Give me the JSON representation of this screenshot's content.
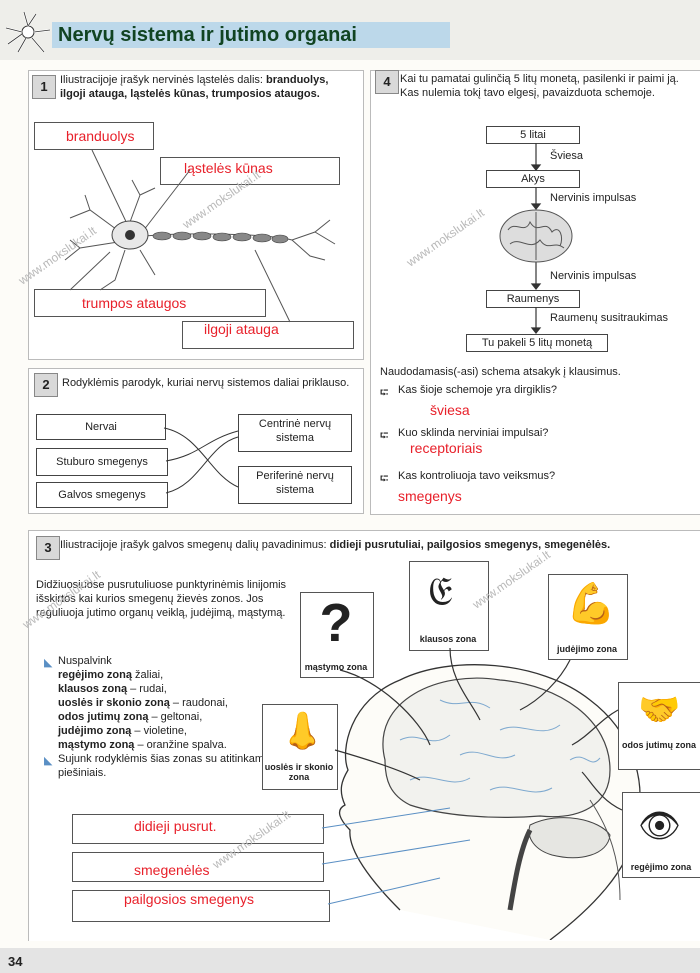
{
  "header": {
    "title": "Nervų sistema ir jutimo organai",
    "page_number": "34"
  },
  "task1": {
    "number": "1",
    "text": "Iliustracijoje įrašyk nervinės ląstelės dalis: ",
    "terms": "branduolys, ilgoji atauga, ląstelės kūnas, trumposios ataugos.",
    "answers": {
      "nucleus": "branduolys",
      "cell_body": "ląstelės kūnas",
      "short": "trumpos ataugos",
      "long": "ilgoji atauga"
    }
  },
  "task2": {
    "number": "2",
    "text": "Rodyklėmis parodyk, kuriai nervų sistemos daliai priklauso.",
    "left": [
      "Nervai",
      "Stuburo smegenys",
      "Galvos smegenys"
    ],
    "right": [
      "Centrinė nervų sistema",
      "Periferinė nervų sistema"
    ]
  },
  "task4": {
    "number": "4",
    "text": "Kai tu pamatai gulinčią 5 litų monetą, pasilenki ir paimi ją. Kas nulemia tokį tavo elgesį, pavaizduota schemoje.",
    "schema": {
      "box1": "5 litai",
      "arrow1": "Šviesa",
      "box2": "Akys",
      "arrow2": "Nervinis impulsas",
      "arrow3": "Nervinis impulsas",
      "box3": "Raumenys",
      "arrow4": "Raumenų susitraukimas",
      "box4": "Tu pakeli 5 litų monetą"
    },
    "intro": "Naudodamasis(-asi) schema atsakyk į klausimus.",
    "questions": [
      {
        "q": "Kas šioje schemoje yra dirgiklis?",
        "a": "šviesa"
      },
      {
        "q": "Kuo sklinda nerviniai impulsai?",
        "a": "receptoriais"
      },
      {
        "q": "Kas kontroliuoja tavo veiksmus?",
        "a": "smegenys"
      }
    ]
  },
  "task3": {
    "number": "3",
    "text": "Iliustracijoje įrašyk galvos smegenų dalių pavadinimus: ",
    "terms": "didieji pusrutuliai, pailgosios smegenys, smegenėlės.",
    "desc": "Didžiuosiuose pusrutuliuose punktyrinėmis linijomis išskirtos kai kurios smegenų žievės zonos. Jos reguliuoja jutimo organų veiklą, judėjimą, mąstymą.",
    "instr_head": "Nuspalvink",
    "colors": [
      {
        "zone": "regėjimo zoną",
        "color": " žaliai,"
      },
      {
        "zone": "klausos zoną",
        "color": " – rudai,"
      },
      {
        "zone": "uoslės ir skonio zoną",
        "color": " – raudonai,"
      },
      {
        "zone": "odos jutimų zoną",
        "color": " – geltonai,"
      },
      {
        "zone": "judėjimo zoną",
        "color": " – violetine,"
      },
      {
        "zone": "mąstymo zoną",
        "color": " – oranžine spalva."
      }
    ],
    "instr2": "Sujunk rodyklėmis šias zonas su atitinkamais piešiniais.",
    "zones": {
      "thinking": "mąstymo zona",
      "hearing": "klausos zona",
      "movement": "judėjimo zona",
      "smell": "uoslės ir skonio zona",
      "skin": "odos jutimų zona",
      "vision": "regėjimo zona"
    },
    "answers": [
      "didieji pusrut.",
      "smegenėlės",
      "pailgosios smegenys"
    ]
  },
  "watermark": "www.mokslukai.lt"
}
